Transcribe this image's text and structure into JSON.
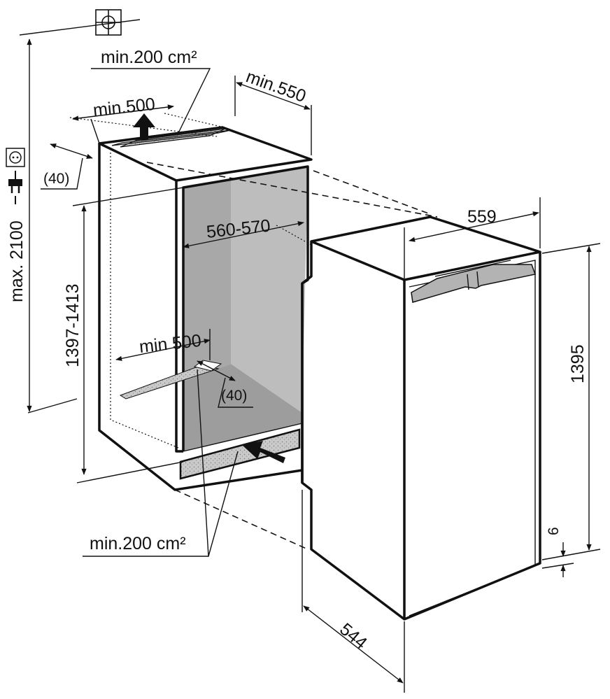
{
  "labels": {
    "vent_top_area": "min.200 cm²",
    "depth_top": "min.550",
    "vent_top_width": "min.500",
    "offset_top": "(40)",
    "max_height": "max. 2100",
    "niche_height": "1397-1413",
    "niche_width": "560-570",
    "vent_bottom_width": "min 500",
    "offset_bottom": "(40)",
    "vent_bottom_area": "min.200 cm²",
    "appliance_width": "559",
    "appliance_height": "1395",
    "gap_bottom": "6",
    "appliance_depth": "544"
  },
  "icons": {
    "ground": "earth-ground-icon",
    "socket": "power-socket-icon",
    "plug": "power-plug-icon"
  },
  "colors": {
    "line": "#111111",
    "cavity_back": "#a9a9a9",
    "cavity_side": "#bdbdbd",
    "cavity_floor": "#9b9b9b",
    "vent_grille": "#c4c4c4",
    "handle": "#b3b3b3"
  }
}
